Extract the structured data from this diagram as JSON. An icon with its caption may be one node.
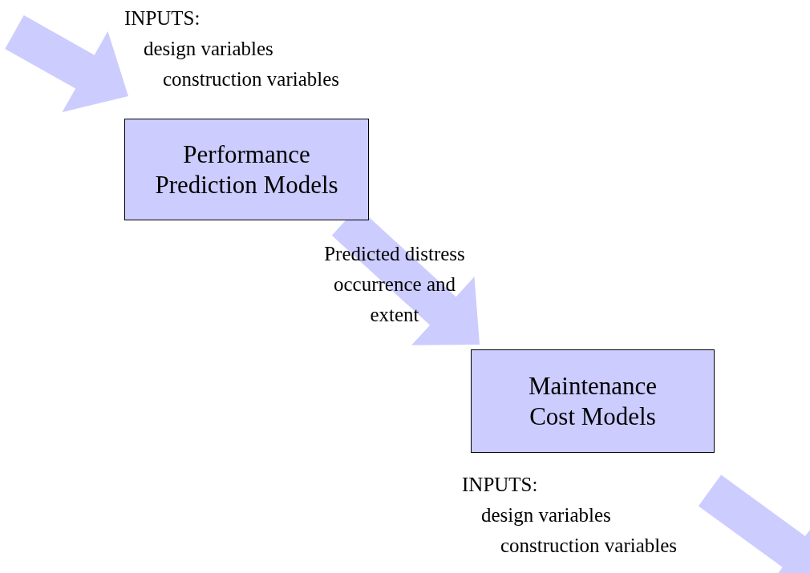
{
  "diagram": {
    "nodes": [
      {
        "text": [
          "Performance Prediction Models"
        ]
      },
      {
        "text": [
          "Maintenance Cost Models"
        ]
      }
    ],
    "edges": [
      {
        "from": null,
        "to": 0,
        "arrow": "to"
      },
      {
        "from": 0,
        "to": 1,
        "arrow": "to",
        "label": "Predicted distress occurrence and extent"
      },
      {
        "from": 1,
        "to": null,
        "arrow": "to"
      }
    ],
    "labels": [
      "INPUTS:",
      "design variables",
      "construction variables",
      "INPUTS:",
      "design variables",
      "construction variables"
    ]
  }
}
